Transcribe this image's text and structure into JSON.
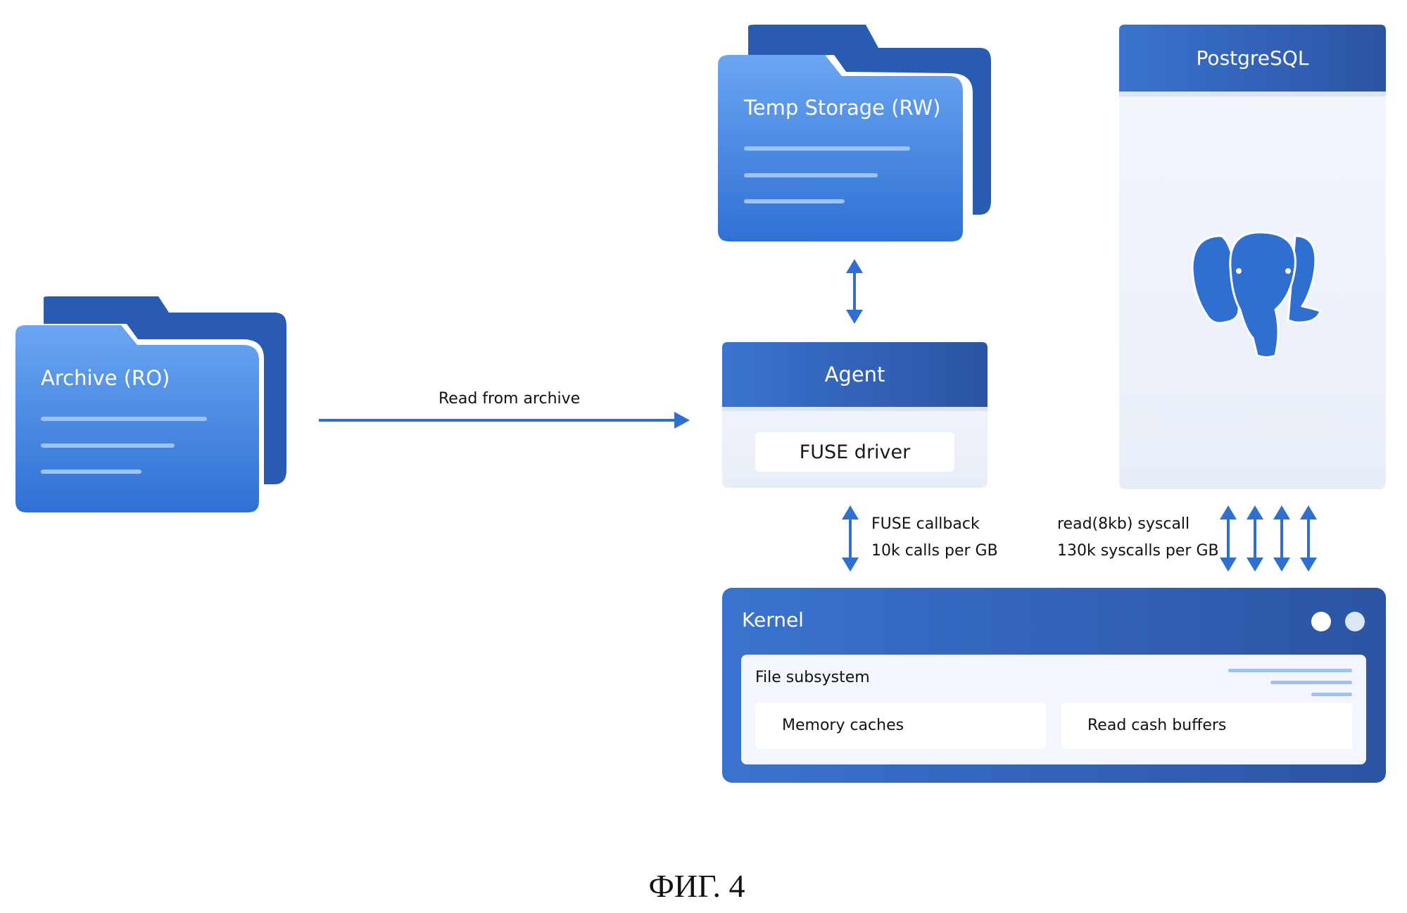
{
  "colors": {
    "primary": "#3a6ecb",
    "primary_dark": "#2a55a8",
    "folder_light": "#4a8ae4",
    "panel_bg": "#eef2fa",
    "arrow": "#2f6fcf"
  },
  "archive": {
    "title": "Archive (RO)"
  },
  "temp_storage": {
    "title": "Temp Storage (RW)"
  },
  "read_arrow": {
    "label": "Read from archive"
  },
  "agent": {
    "title": "Agent",
    "driver": "FUSE driver"
  },
  "postgres": {
    "title": "PostgreSQL",
    "icon": "postgresql-elephant-icon"
  },
  "fuse_link": {
    "line1": "FUSE callback",
    "line2": "10k calls per GB"
  },
  "syscall_link": {
    "line1": "read(8kb) syscall",
    "line2": "130k syscalls per GB"
  },
  "kernel": {
    "title": "Kernel",
    "subsystem": "File subsystem",
    "memory_caches": "Memory caches",
    "read_buffers": "Read cash buffers"
  },
  "figure_caption": "ФИГ. 4"
}
